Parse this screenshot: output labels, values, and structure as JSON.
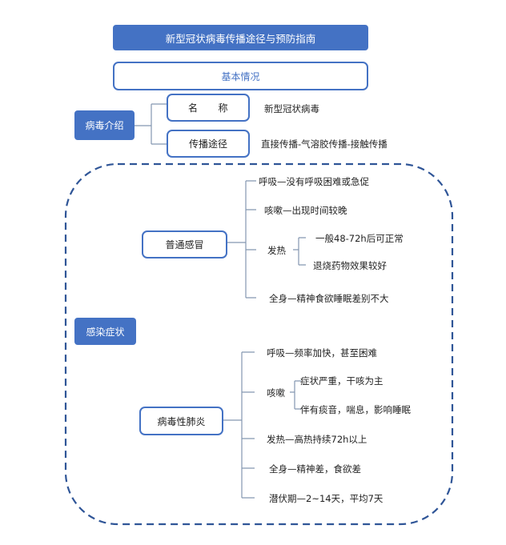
{
  "title": "新型冠状病毒传播途径与预防指南",
  "basic": "基本情况",
  "virus_intro": {
    "label": "病毒介绍",
    "name": {
      "label": "名　　称",
      "value": "新型冠状病毒"
    },
    "route": {
      "label": "传播途径",
      "value": "直接传播-气溶胶传播-接触传播"
    }
  },
  "symptoms": {
    "label": "感染症状",
    "cold": {
      "label": "普通感冒",
      "breath": "呼吸—没有呼吸困难或急促",
      "cough": "咳嗽—出现时间较晚",
      "fever": {
        "label": "发热",
        "items": [
          "一般48-72h后可正常",
          "退烧药物效果较好"
        ]
      },
      "body": "全身—精神食欲睡眠差别不大"
    },
    "pneumonia": {
      "label": "病毒性肺炎",
      "breath": "呼吸—频率加快，甚至困难",
      "cough": {
        "label": "咳嗽",
        "items": [
          "症状严重，干咳为主",
          "伴有痰音，喘息，影响睡眠"
        ]
      },
      "fever": "发热—高热持续72h以上",
      "body": "全身—精神差，食欲差",
      "incubation": "潜伏期—2~14天，平均7天"
    }
  },
  "colors": {
    "accent": "#4472C4",
    "line": "#8497B0",
    "dash": "#2F5597"
  }
}
